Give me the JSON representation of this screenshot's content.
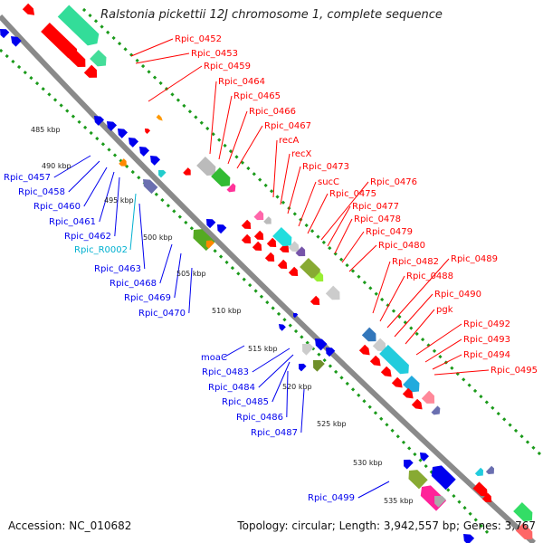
{
  "title": "Ralstonia pickettii 12J chromosome 1, complete sequence",
  "footer": {
    "accession": "Accession: NC_010682",
    "topology": "Topology: circular; Length: 3,942,557 bp; Genes: 3,767"
  },
  "colors": {
    "forward_strand": "#ff0000",
    "reverse_strand": "#0000ee",
    "rna_label": "#00b0d0",
    "backbone": "#888888",
    "tick_dots": "#1a9a1a"
  },
  "kbp_ticks": [
    "485 kbp",
    "490 kbp",
    "495 kbp",
    "500 kbp",
    "505 kbp",
    "510 kbp",
    "515 kbp",
    "520 kbp",
    "525 kbp",
    "530 kbp",
    "535 kbp"
  ],
  "forward_genes": [
    "Rpic_0452",
    "Rpic_0453",
    "Rpic_0459",
    "Rpic_0464",
    "Rpic_0465",
    "Rpic_0466",
    "Rpic_0467",
    "recA",
    "recX",
    "Rpic_0473",
    "sucC",
    "Rpic_0475",
    "Rpic_0476",
    "Rpic_0477",
    "Rpic_0478",
    "Rpic_0479",
    "Rpic_0480",
    "Rpic_0482",
    "Rpic_0488",
    "Rpic_0489",
    "Rpic_0490",
    "pgk",
    "Rpic_0492",
    "Rpic_0493",
    "Rpic_0494",
    "Rpic_0495"
  ],
  "reverse_genes": [
    "Rpic_0457",
    "Rpic_0458",
    "Rpic_0460",
    "Rpic_0461",
    "Rpic_0462",
    "Rpic_R0002",
    "Rpic_0463",
    "Rpic_0468",
    "Rpic_0469",
    "Rpic_0470",
    "moaC",
    "Rpic_0483",
    "Rpic_0484",
    "Rpic_0485",
    "Rpic_0486",
    "Rpic_0487",
    "Rpic_0499"
  ]
}
